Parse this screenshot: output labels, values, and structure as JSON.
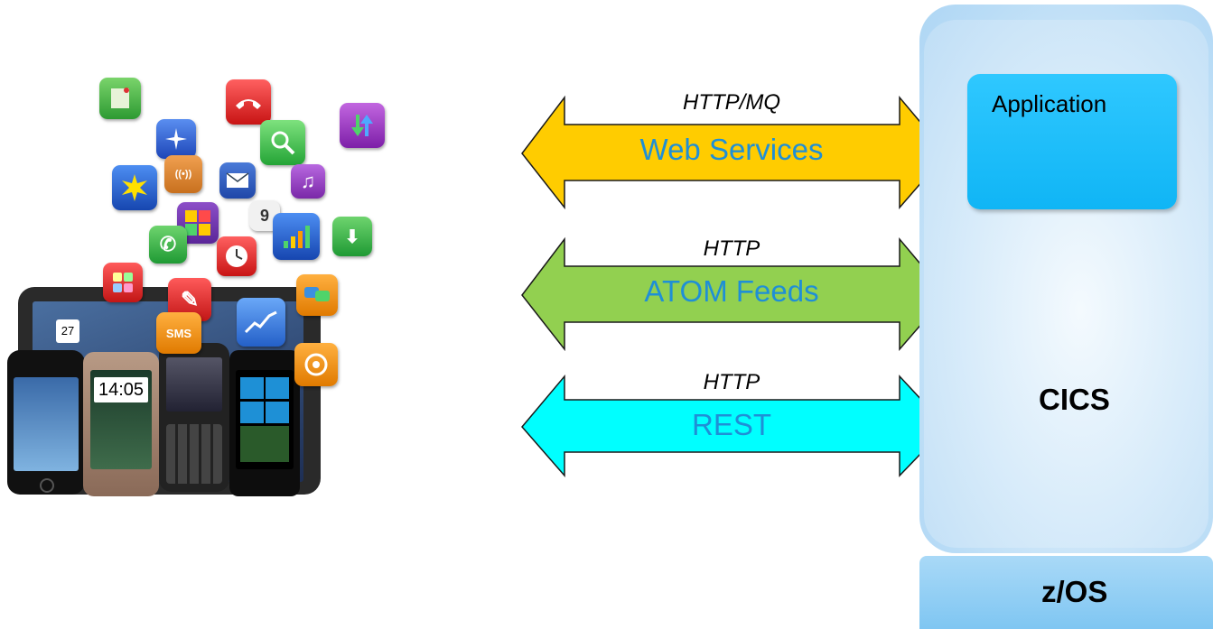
{
  "arrows": [
    {
      "protocol": "HTTP/MQ",
      "service": "Web Services",
      "fill": "#ffcc00",
      "text_color": "#1f8fd6"
    },
    {
      "protocol": "HTTP",
      "service": "ATOM Feeds",
      "fill": "#92d050",
      "text_color": "#1f8fd6"
    },
    {
      "protocol": "HTTP",
      "service": "REST",
      "fill": "#00ffff",
      "text_color": "#1f8fd6"
    }
  ],
  "server": {
    "application_label": "Application",
    "cics_label": "CICS",
    "zos_label": "z/OS",
    "application_color": "#19bdf7",
    "cics_color": "#c7e3f8",
    "zos_color": "#8fcdf4"
  },
  "devices": {
    "phone_clock": "14:05",
    "badge_sms": "SMS",
    "calendar_day": "27"
  },
  "icons": [
    "note-icon",
    "phone-icon",
    "compass-icon",
    "search-icon",
    "download-upload-icon",
    "sun-icon",
    "wireless-icon",
    "mail-icon",
    "music-icon",
    "calculator-icon",
    "calendar-icon",
    "call-icon",
    "clock-icon",
    "bar-chart-icon",
    "download-icon",
    "apps-icon",
    "tools-icon",
    "sms-icon",
    "chat-icon",
    "line-chart-icon",
    "camera-icon"
  ]
}
